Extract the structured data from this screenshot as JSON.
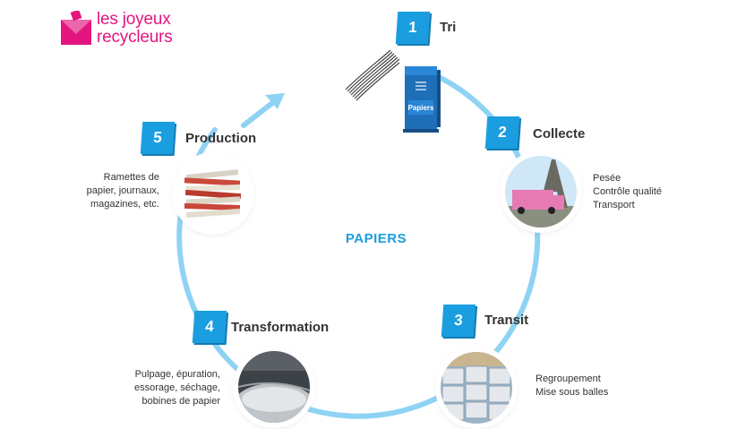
{
  "brand": {
    "line1": "les joyeux",
    "line2": "recycleurs",
    "color": "#e4157f"
  },
  "center_label": "PAPIERS",
  "accent_color": "#1b9ee0",
  "ring_color": "#8fd3f4",
  "steps": [
    {
      "number": "1",
      "title": "Tri",
      "description": [],
      "image": "paper-stack-icon"
    },
    {
      "number": "2",
      "title": "Collecte",
      "description": [
        "Pesée",
        "Contrôle qualité",
        "Transport"
      ],
      "image": "eiffel-truck-photo"
    },
    {
      "number": "3",
      "title": "Transit",
      "description": [
        "Regroupement",
        "Mise sous balles"
      ],
      "image": "paper-bales-photo"
    },
    {
      "number": "4",
      "title": "Transformation",
      "description": [
        "Pulpage, épuration,",
        "essorage, séchage,",
        "bobines de papier"
      ],
      "image": "paper-mill-photo"
    },
    {
      "number": "5",
      "title": "Production",
      "description": [
        "Ramettes de",
        "papier, journaux,",
        "magazines, etc."
      ],
      "image": "newspaper-stack-photo"
    }
  ],
  "bin": {
    "label": "Papiers"
  }
}
